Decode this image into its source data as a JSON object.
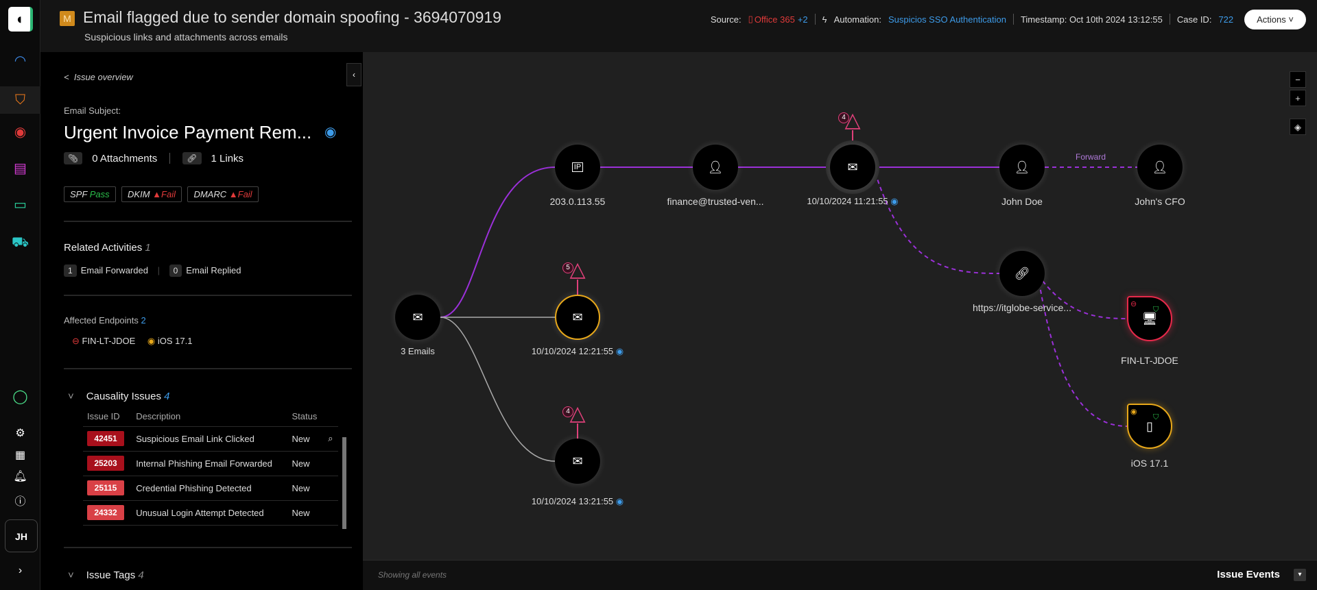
{
  "header": {
    "badge": "M",
    "title": "Email flagged due to sender domain spoofing - 3694070919",
    "subtitle": "Suspicious links and attachments across emails",
    "source_label": "Source:",
    "source_value": "Office 365",
    "source_more": "+2",
    "automation_label": "Automation:",
    "automation_value": "Suspicios SSO Authentication",
    "timestamp": "Timestamp: Oct 10th 2024 13:12:55",
    "case_label": "Case ID:",
    "case_value": "722",
    "actions": "Actions"
  },
  "rail": {
    "avatar": "JH"
  },
  "panel": {
    "back": "Issue overview",
    "subject_label": "Email Subject:",
    "subject": "Urgent Invoice Payment Rem...",
    "attachments": "0 Attachments",
    "links": "1 Links",
    "auth": [
      {
        "name": "SPF",
        "result": "Pass"
      },
      {
        "name": "DKIM",
        "result": "Fail"
      },
      {
        "name": "DMARC",
        "result": "Fail"
      }
    ],
    "related_title": "Related Activities",
    "related_count": "1",
    "forwarded_count": "1",
    "forwarded": "Email Forwarded",
    "replied_count": "0",
    "replied": "Email Replied",
    "endpoints_title": "Affected Endpoints",
    "endpoints_count": "2",
    "endpoints": [
      "FIN-LT-JDOE",
      "iOS 17.1"
    ],
    "causality_title": "Causality Issues",
    "causality_count": "4",
    "columns": [
      "Issue ID",
      "Description",
      "Status"
    ],
    "issues": [
      {
        "id": "42451",
        "desc": "Suspicious Email Link Clicked",
        "status": "New"
      },
      {
        "id": "25203",
        "desc": "Internal Phishing Email Forwarded",
        "status": "New"
      },
      {
        "id": "25115",
        "desc": "Credential Phishing Detected",
        "status": "New"
      },
      {
        "id": "24332",
        "desc": "Unusual Login Attempt Detected",
        "status": "New"
      }
    ],
    "tags_title": "Issue Tags",
    "tags_count": "4"
  },
  "graph": {
    "nodes": {
      "emails": "3 Emails",
      "ip": "203.0.113.55",
      "sender": "finance@trusted-ven...",
      "email1": "10/10/2024  11:21:55",
      "email2": "10/10/2024  12:21:55",
      "email3": "10/10/2024  13:21:55",
      "john": "John Doe",
      "cfo": "John's CFO",
      "link": "https://itglobe-service...",
      "fin": "FIN-LT-JDOE",
      "ios": "iOS 17.1"
    },
    "ip_icon": "IP",
    "alerts": {
      "email1": "4",
      "email2": "5",
      "email3": "4"
    },
    "forward_label": "Forward",
    "colors": {
      "edge": "#9b30d9",
      "warning": "#e0407a",
      "critical": "#e8294a",
      "medium": "#e8a81a"
    }
  },
  "bottom": {
    "status": "Showing all events",
    "events": "Issue Events"
  }
}
